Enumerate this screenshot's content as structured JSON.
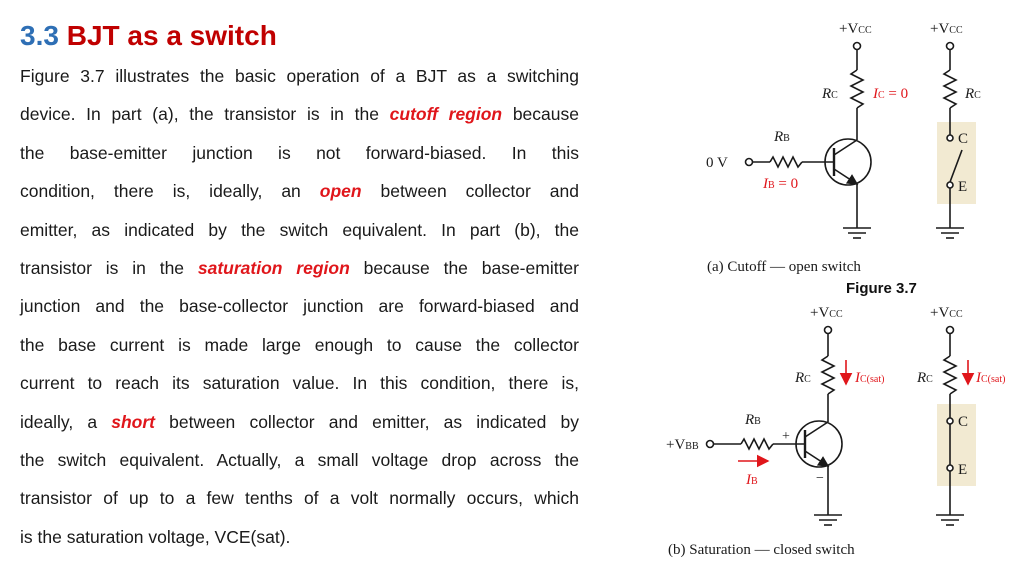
{
  "title": {
    "number": "3.3",
    "text": "BJT as a switch"
  },
  "paragraph": [
    [
      "Figure 3.7 illustrates the basic operation of a BJT as a switching"
    ],
    [
      "device. In part (a), the transistor is in the ",
      {
        "hl": "cutoff region"
      },
      " because"
    ],
    [
      "the base-emitter junction is not forward-biased. In this"
    ],
    [
      "condition, there is, ideally, an ",
      {
        "hl": "open"
      },
      " between collector and"
    ],
    [
      "emitter, as indicated by the switch equivalent. In part (b), the"
    ],
    [
      "transistor is in the ",
      {
        "hl": "saturation region"
      },
      " because the base-emitter"
    ],
    [
      "junction and the base-collector junction are forward-biased and"
    ],
    [
      "the base current is made large enough to cause the collector"
    ],
    [
      "current to reach its saturation value. In this condition, there is,"
    ],
    [
      "ideally, a ",
      {
        "hl": "short"
      },
      " between collector and emitter, as indicated by"
    ],
    [
      "the switch equivalent. Actually, a small voltage drop across the"
    ],
    [
      "transistor of up to a few tenths of a volt normally occurs, which"
    ],
    [
      "is the saturation voltage, VCE(sat)."
    ]
  ],
  "figure": {
    "label": "Figure 3.7",
    "a": {
      "caption": "(a) Cutoff — open switch",
      "vcc_left": "+V",
      "vcc_sub": "CC",
      "rc": "R",
      "rc_sub": "C",
      "ic_label": "I",
      "ic_sub": "C",
      "ic_value": " = 0",
      "rb": "R",
      "rb_sub": "B",
      "ib_label": "I",
      "ib_sub": "B",
      "ib_value": " = 0",
      "input": "0 V",
      "switch_c": "C",
      "switch_e": "E"
    },
    "b": {
      "caption": "(b) Saturation — closed switch",
      "vcc_left": "+V",
      "vcc_sub": "CC",
      "rc": "R",
      "rc_sub": "C",
      "ic_label": "I",
      "ic_sub": "C(sat)",
      "rb": "R",
      "rb_sub": "B",
      "ib_label": "I",
      "ib_sub": "B",
      "input": "+V",
      "input_sub": "BB",
      "plus": "+",
      "minus": "−",
      "switch_c": "C",
      "switch_e": "E"
    },
    "colors": {
      "current": "#e0161b",
      "switch_bg": "#f2ead2",
      "wire": "#1a1a1a"
    }
  }
}
